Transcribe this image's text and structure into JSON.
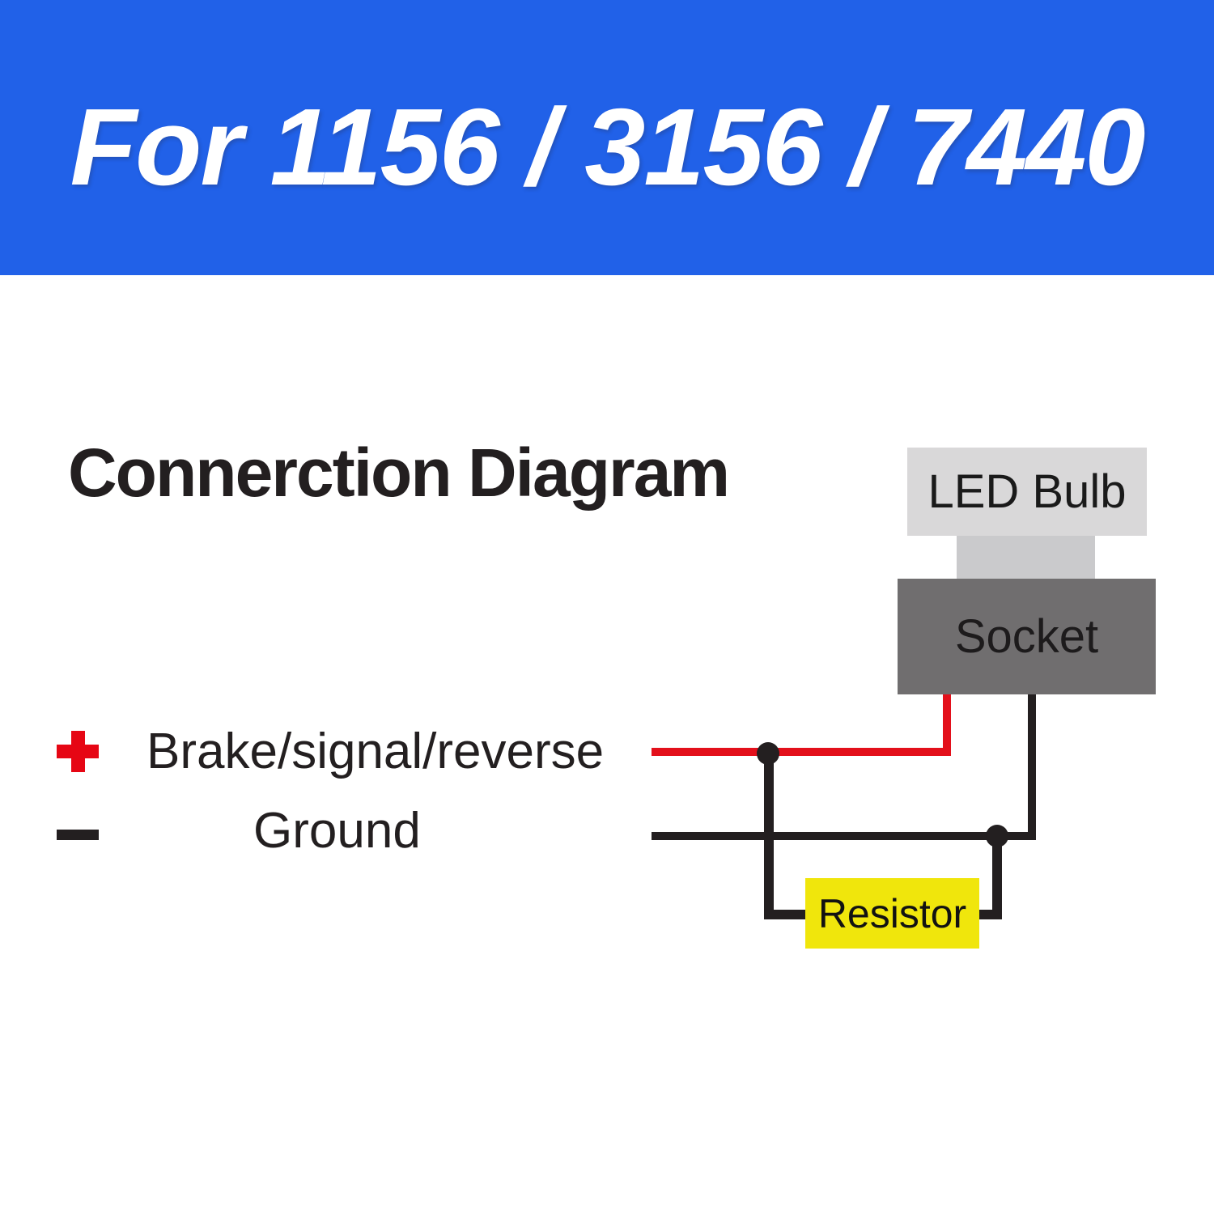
{
  "banner": {
    "text": "For 1156 / 3156 / 7440",
    "bg_color": "#2161e8",
    "text_color": "#ffffff"
  },
  "diagram": {
    "title": "Connerction Diagram",
    "components": {
      "led_bulb": "LED Bulb",
      "socket": "Socket",
      "resistor": "Resistor"
    },
    "wires": {
      "positive": {
        "symbol": "+",
        "label": "Brake/signal/reverse",
        "color": "#e3101b"
      },
      "ground": {
        "symbol": "-",
        "label": "Ground",
        "color": "#231f20"
      }
    },
    "colors": {
      "led_bulb_bg": "#d9d8d9",
      "bulb_base_bg": "#cacacc",
      "socket_bg": "#706e6f",
      "resistor_bg": "#f0e60c",
      "junction_dot": "#231f20"
    }
  }
}
